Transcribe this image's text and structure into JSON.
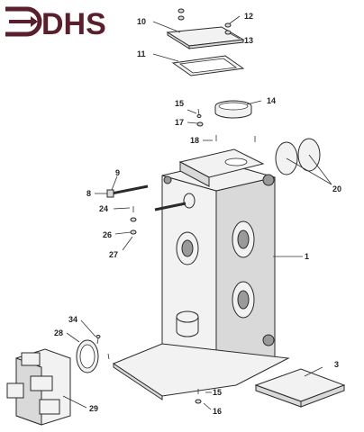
{
  "logo": {
    "text": "DHS",
    "color": "#5a1f2c"
  },
  "labels": {
    "p1": "1",
    "p3": "3",
    "p8": "8",
    "p9": "9",
    "p10": "10",
    "p11": "11",
    "p12": "12",
    "p13": "13",
    "p14": "14",
    "p15a": "15",
    "p15b": "15",
    "p16": "16",
    "p17": "17",
    "p18": "18",
    "p20": "20",
    "p24": "24",
    "p26": "26",
    "p27": "27",
    "p28": "28",
    "p29": "29",
    "p34": "34"
  }
}
